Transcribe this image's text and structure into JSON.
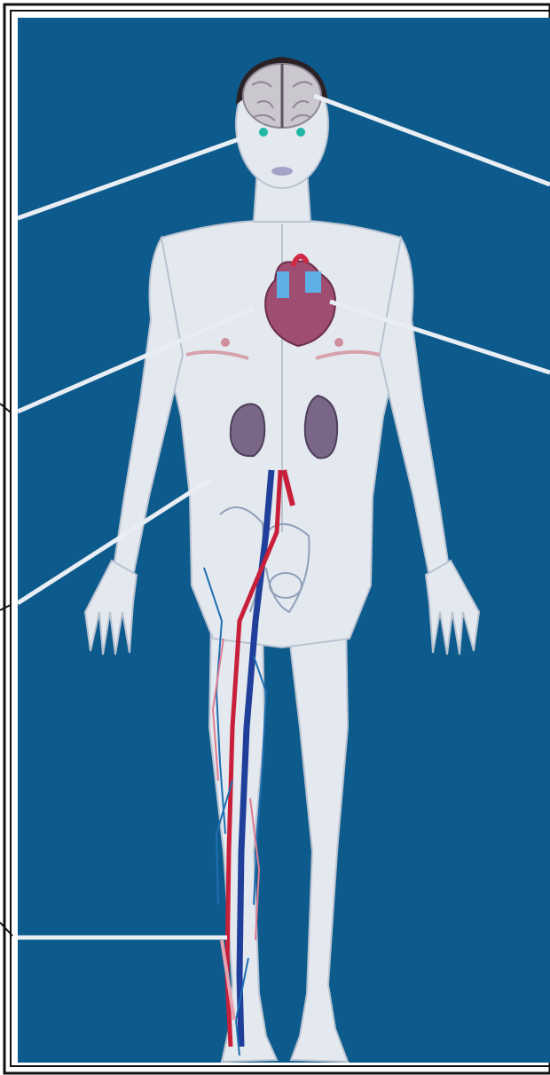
{
  "figure": {
    "background_color": "#0d5a8c",
    "body_color": "#e4e9f0",
    "leader_line_color": "#e8eef4",
    "frame_color": "#111111"
  },
  "callouts": [
    {
      "name": "brain-callout-right"
    },
    {
      "name": "eyes-callout-left"
    },
    {
      "name": "heart-callout-right"
    },
    {
      "name": "chest-callout-left"
    },
    {
      "name": "pelvis-callout-left"
    },
    {
      "name": "leg-vessels-callout-left"
    }
  ],
  "organs": {
    "brain": "#c9c6cc",
    "heart": "#9a4a6e",
    "kidneys": "#7a6787",
    "arteries": "#c8203a",
    "veins": "#1f3f9a"
  }
}
